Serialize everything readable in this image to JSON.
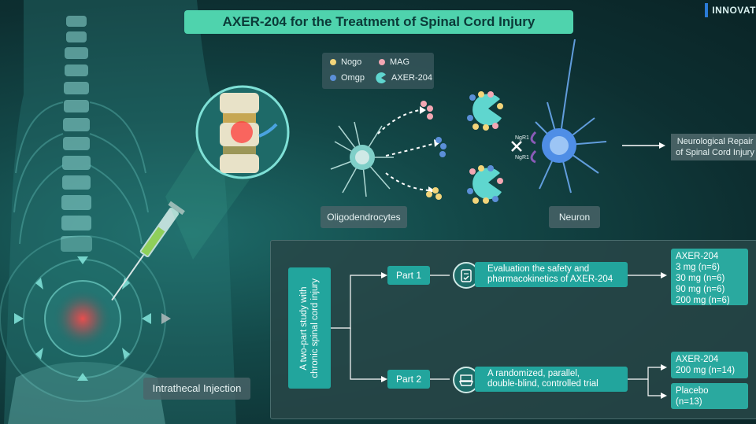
{
  "title": "AXER-204 for the Treatment of Spinal Cord Injury",
  "brand": "INNOVAT",
  "legend": {
    "items": [
      {
        "label": "Nogo",
        "color": "#f3d57a"
      },
      {
        "label": "MAG",
        "color": "#f3a7b3"
      },
      {
        "label": "Omgp",
        "color": "#5b8fd8"
      },
      {
        "label": "AXER-204",
        "color": "#5fd6cf"
      }
    ]
  },
  "cells": {
    "oligodendrocytes": "Oligodendrocytes",
    "neuron": "Neuron",
    "receptor_top": "NgR1",
    "receptor_bottom": "NgR1"
  },
  "outcome": {
    "line1": "Neurological Repair",
    "line2": "of Spinal Cord Injury"
  },
  "injection_label": "Intrathecal Injection",
  "study": {
    "vertical_line1": "A two-part study with",
    "vertical_line2": "chronic spinal cord injury",
    "part1": {
      "label": "Part 1",
      "desc_line1": "Evaluation the safety and",
      "desc_line2": "pharmacokinetics of AXER-204",
      "result_lines": [
        "AXER-204",
        "3 mg (n=6)",
        "30 mg (n=6)",
        "90 mg (n=6)",
        "200 mg (n=6)"
      ]
    },
    "part2": {
      "label": "Part 2",
      "desc_line1": "A randomized, parallel,",
      "desc_line2": "double-blind, controlled trial",
      "result_a_lines": [
        "AXER-204",
        "200 mg (n=14)"
      ],
      "result_b_lines": [
        "Placebo",
        "(n=13)"
      ]
    }
  },
  "colors": {
    "accent": "#4fd3ad",
    "teal_box": "#22a59d",
    "background": "#0d2f31"
  }
}
